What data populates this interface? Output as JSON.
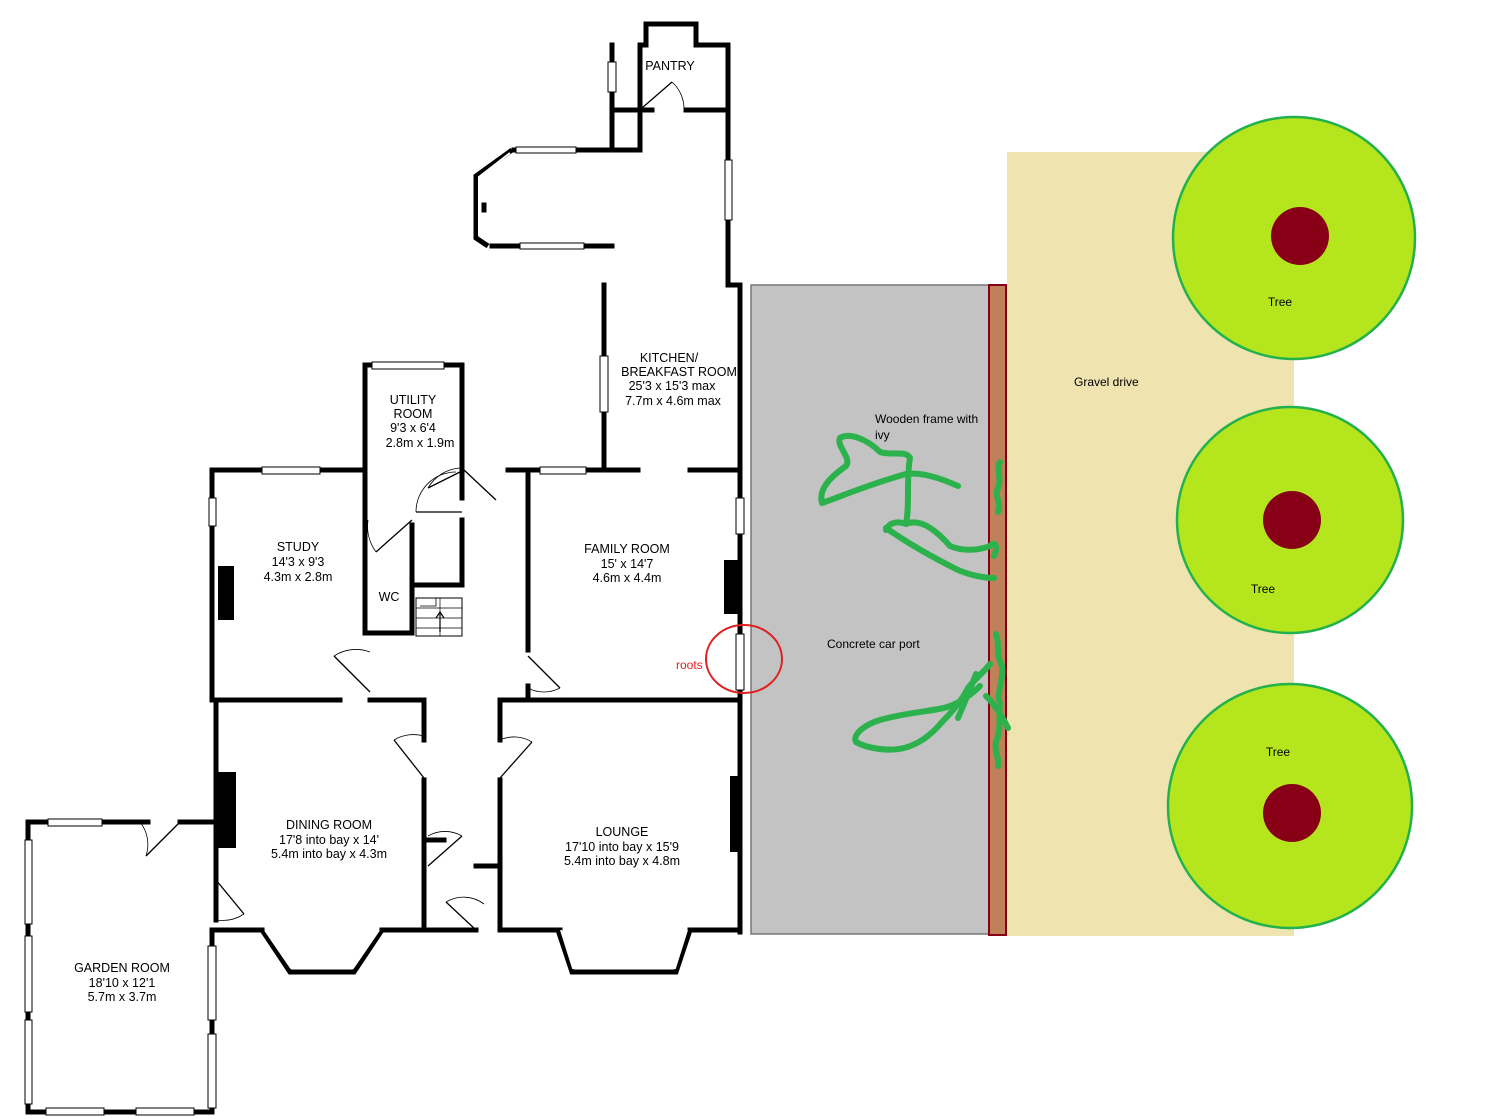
{
  "rooms": {
    "pantry": {
      "name": "PANTRY"
    },
    "kitchen": {
      "name1": "KITCHEN/",
      "name2": "BREAKFAST ROOM",
      "dim_imperial": "25'3 x 15'3 max",
      "dim_metric": "7.7m x 4.6m max"
    },
    "utility": {
      "name1": "UTILITY",
      "name2": "ROOM",
      "dim_imperial": "9'3 x 6'4",
      "dim_metric": "2.8m x 1.9m"
    },
    "study": {
      "name": "STUDY",
      "dim_imperial": "14'3 x 9'3",
      "dim_metric": "4.3m x 2.8m"
    },
    "wc": {
      "name": "WC"
    },
    "family": {
      "name": "FAMILY ROOM",
      "dim_imperial": "15' x 14'7",
      "dim_metric": "4.6m x 4.4m"
    },
    "dining": {
      "name": "DINING ROOM",
      "dim_imperial": "17'8 into bay x 14'",
      "dim_metric": "5.4m into bay x 4.3m"
    },
    "lounge": {
      "name": "LOUNGE",
      "dim_imperial": "17'10 into bay x 15'9",
      "dim_metric": "5.4m into bay x 4.8m"
    },
    "garden": {
      "name": "GARDEN ROOM",
      "dim_imperial": "18'10 x 12'1",
      "dim_metric": "5.7m x 3.7m"
    }
  },
  "annotations": {
    "roots": "roots",
    "carport": "Concrete car port",
    "frame_line1": "Wooden frame with",
    "frame_line2": "ivy",
    "gravel": "Gravel drive",
    "tree_label": "Tree"
  },
  "colors": {
    "carport": "#c3c3c3",
    "gravel": "#efe4b0",
    "fence": "#c0805a",
    "tree_canopy": "#b5e61d",
    "tree_trunk": "#880015",
    "ivy": "#2bb24c",
    "roots_marker": "#e02020"
  }
}
